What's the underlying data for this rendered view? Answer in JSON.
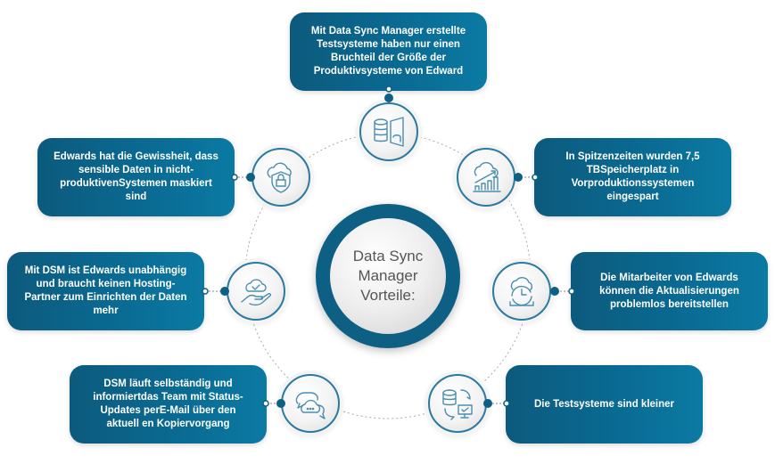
{
  "title": {
    "line1": "Data Sync Manager",
    "line2": "Vorteile:"
  },
  "colors": {
    "box_dark": "#0c5a7d",
    "box_light": "#0b7aa3",
    "ring": "#0d5f84",
    "icon_stroke": "#4a8db0"
  },
  "benefits": [
    {
      "position": "top",
      "icon": "database-mirror-icon",
      "text": "Mit Data Sync Manager erstellte Testsysteme haben nur einen Bruchteil der Größe der Produktivsysteme von Edward"
    },
    {
      "position": "upper-right",
      "icon": "cloud-growth-chart-icon",
      "text": "In Spitzenzeiten wurden 7,5 TBSpeicherplatz in Vorproduktionssystemen eingespart"
    },
    {
      "position": "right",
      "icon": "cloud-refresh-clock-icon",
      "text": "Die Mitarbeiter von Edwards können die Aktualisierungen problemlos bereitstellen"
    },
    {
      "position": "lower-right",
      "icon": "database-sync-monitor-icon",
      "text": "Die Testsysteme sind kleiner"
    },
    {
      "position": "lower-left",
      "icon": "chat-cloud-icon",
      "text": "DSM läuft selbständig und informiertdas Team mit Status-Updates perE-Mail über den aktuell en Kopiervorgang"
    },
    {
      "position": "left",
      "icon": "hand-cloud-check-icon",
      "text": "Mit DSM ist Edwards unabhängig und braucht keinen Hosting-Partner zum Einrichten der Daten mehr"
    },
    {
      "position": "upper-left",
      "icon": "cloud-shield-lock-icon",
      "text": "Edwards hat die Gewissheit, dass sensible Daten in nicht-produktivenSystemen maskiert sind"
    }
  ]
}
